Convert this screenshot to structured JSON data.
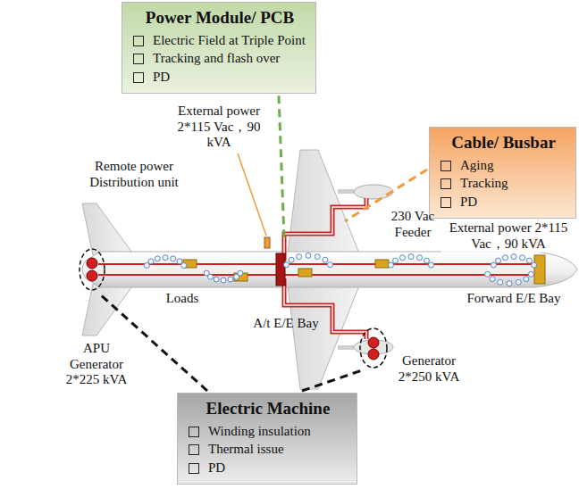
{
  "diagram": {
    "nodes": [
      {
        "text": [
          "Power Module/ PCB",
          "Electric Field at Triple Point",
          "Tracking and flash over",
          "PD"
        ]
      },
      {
        "text": [
          "Cable/ Busbar",
          "Aging",
          "Tracking",
          "PD"
        ]
      },
      {
        "text": [
          "Electric Machine",
          "Winding insulation",
          "Thermal issue",
          "PD"
        ]
      }
    ],
    "labels": [
      "External power 2*115 Vac，90 kVA",
      "Remote power Distribution unit",
      "230 Vac Feeder",
      "External power 2*115 Vac，90 kVA",
      "Loads",
      "A/t E/E Bay",
      "Forward E/E Bay",
      "APU Generator 2*225 kVA",
      "Generator 2*250 kVA"
    ]
  }
}
